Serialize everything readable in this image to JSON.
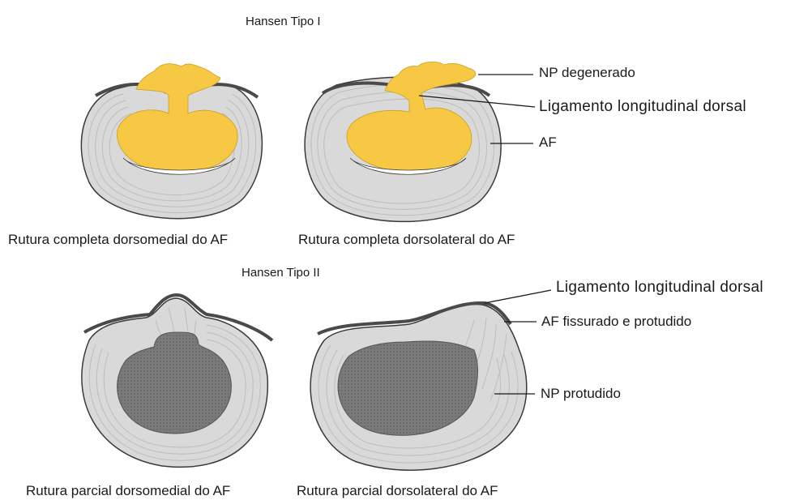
{
  "headings": {
    "type1": "Hansen Tipo I",
    "type2": "Hansen Tipo II"
  },
  "captions": {
    "top_left": "Rutura completa dorsomedial do AF",
    "top_right": "Rutura completa dorsolateral do AF",
    "bottom_left": "Rutura parcial dorsomedial do AF",
    "bottom_right": "Rutura parcial dorsolateral do AF"
  },
  "callouts": {
    "np_degenerado": "NP degenerado",
    "ligamento_1": "Ligamento longitudinal dorsal",
    "af": "AF",
    "ligamento_2": "Ligamento longitudinal dorsal",
    "af_fissurado": "AF fissurado e protudido",
    "np_protudido": "NP protudido"
  },
  "colors": {
    "annulus_fill": "#d9d9d9",
    "annulus_lines": "#bdbdbd",
    "outline": "#3a3a3a",
    "ligament": "#4a4a4a",
    "nucleus_degenerate": "#f7c843",
    "nucleus_protruded": "#777777"
  }
}
